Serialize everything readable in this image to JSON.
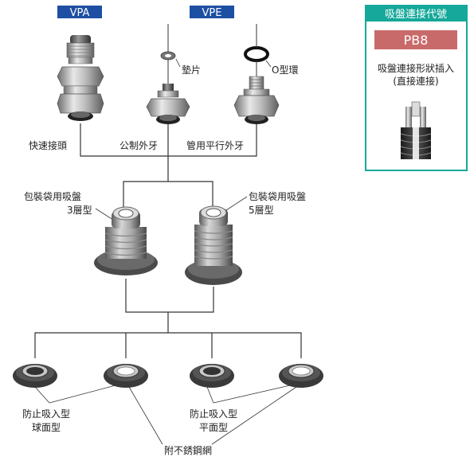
{
  "top_tags": {
    "vpa": "VPA",
    "vpe": "VPE"
  },
  "fittings": {
    "washer_label": "墊片",
    "oring_label": "O型環",
    "quick_connector": "快速接頭",
    "male_thread": "公制外牙",
    "pipe_thread": "管用平行外牙"
  },
  "cups": {
    "three_layer_line1": "包裝袋用吸盤",
    "three_layer_line2": "3層型",
    "five_layer_line1": "包裝袋用吸盤",
    "five_layer_line2": "5層型"
  },
  "bottom": {
    "anti_suction_spherical_line1": "防止吸入型",
    "anti_suction_spherical_line2": "球面型",
    "anti_suction_flat_line1": "防止吸入型",
    "anti_suction_flat_line2": "平面型",
    "stainless_mesh": "附不銹鋼網"
  },
  "side_panel": {
    "header": "吸盤連接代號",
    "code": "PB8",
    "desc_line1": "吸盤連接形狀插入",
    "desc_line2": "(直接連接)"
  },
  "colors": {
    "tag_blue": "#1d4fa3",
    "panel_teal": "#16a89a",
    "code_red": "#c96a6a",
    "line": "#333333"
  }
}
